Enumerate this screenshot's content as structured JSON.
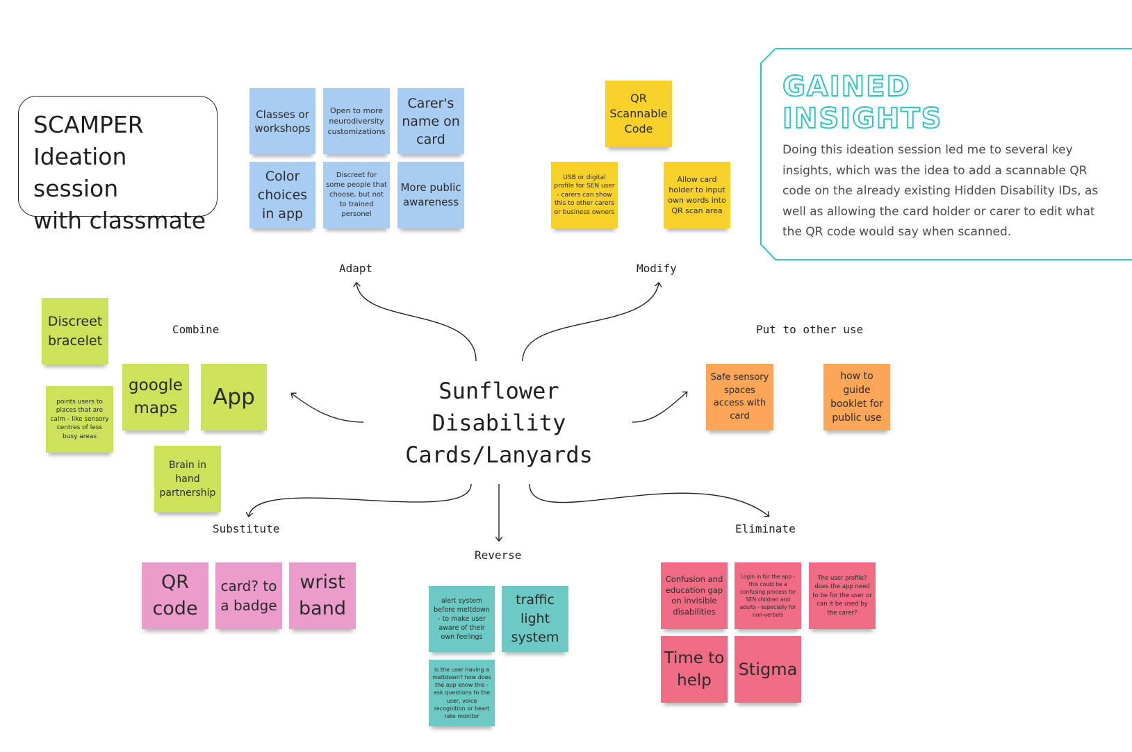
{
  "title": {
    "lines": [
      "SCAMPER",
      "Ideation session",
      "with classmate"
    ]
  },
  "center": {
    "lines": [
      "Sunflower",
      "Disability",
      "Cards/Lanyards"
    ]
  },
  "insights": {
    "heading_line1": "GAINED",
    "heading_line2": "INSIGHTS",
    "body": "Doing this ideation session led me to several key insights, which was the idea to add a scannable QR code on the already existing Hidden Disability IDs, as well as allowing the card holder or carer to edit what the QR code would say when scanned.",
    "accent_color": "#2ec4c4"
  },
  "branches": {
    "adapt": "Adapt",
    "modify": "Modify",
    "combine": "Combine",
    "put_to_other_use": "Put to other use",
    "substitute": "Substitute",
    "reverse": "Reverse",
    "eliminate": "Eliminate"
  },
  "notes": {
    "adapt": [
      "Classes or workshops",
      "Open to more neurodiversity customizations",
      "Carer's name on card",
      "Color choices in app",
      "Discreet for some people that choose, but not to trained personel",
      "More public awareness"
    ],
    "modify": [
      "QR Scannable Code",
      "USB or digital profile for SEN user - carers can show this to other carers or business owners",
      "Allow card holder to input own words into QR scan area"
    ],
    "combine": [
      "Discreet bracelet",
      "points users to places that are calm - like sensory centres of less busy areas",
      "google maps",
      "App",
      "Brain in hand partnership"
    ],
    "put_to_other_use": [
      "Safe sensory spaces access with card",
      "how to guide booklet for public use"
    ],
    "substitute": [
      "QR code",
      "card? to a badge",
      "wrist band"
    ],
    "reverse": [
      "alert system before meltdown - to make user aware of their own feelings",
      "traffic light system",
      "is the user having a meltdown? how does the app know this - ask questions to the user, voice recognition or heart rate monitor"
    ],
    "eliminate": [
      "Confusion and education gap on invisible disabilities",
      "Login in for the app - this could be a confusing process for SEN children and adults - especially for non-verbals",
      "The user profile? does the app need to be for the user or can it be used by the carer?",
      "Time to help",
      "Stigma"
    ]
  },
  "colors": {
    "blue": "#a9ccf3",
    "yellow": "#f8d22a",
    "lime": "#cde25a",
    "orange": "#fca65a",
    "pink": "#ec9ccb",
    "teal": "#6cc9c3",
    "red": "#f06c85"
  }
}
